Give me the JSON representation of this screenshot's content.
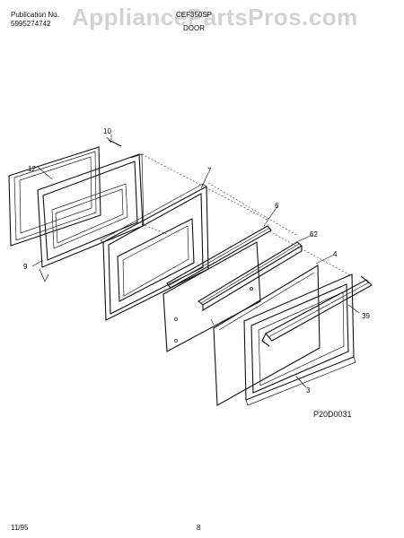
{
  "header": {
    "publication_label": "Publication No.",
    "publication_number": "5995274742",
    "model": "CEF350SP",
    "section_title": "DOOR"
  },
  "watermark": "AppliancePartsPros.com",
  "diagram_code": "P20D0031",
  "footer": {
    "date": "11/95",
    "page_number": "8"
  },
  "callouts": {
    "c10": "10",
    "c12": "12",
    "c7": "7",
    "c6": "6",
    "c62": "62",
    "c4": "4",
    "c9": "9",
    "c39": "39",
    "c3": "3"
  },
  "colors": {
    "ink": "#111111",
    "watermark": "#d2d2d2"
  }
}
